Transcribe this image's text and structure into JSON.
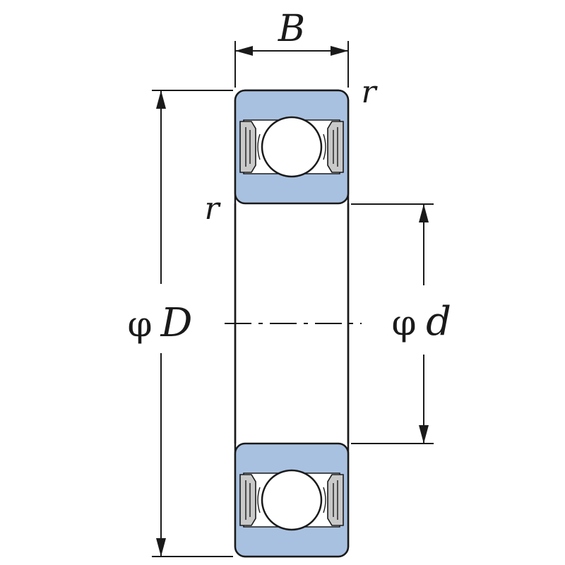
{
  "labels": {
    "width": "B",
    "radius_top": "r",
    "radius_bore": "r",
    "outer_phi": "φ",
    "outer_symbol": "D",
    "bore_phi": "φ",
    "bore_symbol": "d"
  },
  "colors": {
    "ring_fill": "#a9c1e0",
    "line": "#1a1a1a",
    "ball_fill": "#ffffff",
    "seal_fill": "#c9c9c9",
    "background": "#ffffff"
  }
}
